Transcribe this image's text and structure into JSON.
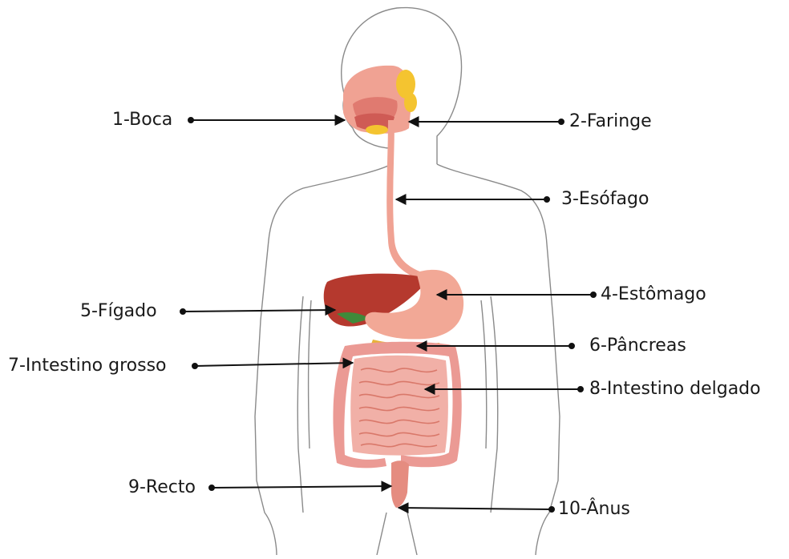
{
  "labels": {
    "boca": "1-Boca",
    "faringe": "2-Faringe",
    "esofago": "3-Esófago",
    "estomago": "4-Estômago",
    "figado": "5-Fígado",
    "pancreas": "6-Pâncreas",
    "intestino_grosso": "7-Intestino grosso",
    "intestino_delgado": "8-Intestino delgado",
    "recto": "9-Recto",
    "anus": "10-Ânus"
  },
  "colors": {
    "outline": "#8a8a8a",
    "tract": "#f0a293",
    "tract_dark": "#d9786a",
    "liver": "#b5392e",
    "salivary": "#f4c430",
    "pancreas": "#e8b23a",
    "intestine": "#eb9a94",
    "arrow": "#111111"
  }
}
